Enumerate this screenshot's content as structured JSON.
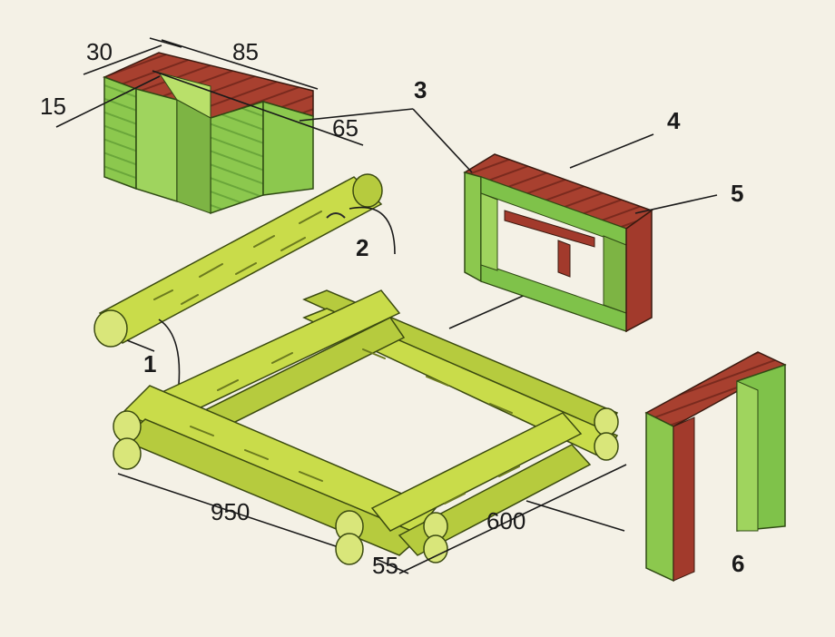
{
  "dimensions": {
    "d30": "30",
    "d85": "85",
    "d15": "15",
    "d65": "65",
    "d950": "950",
    "d600": "600",
    "d55": "55"
  },
  "callouts": {
    "c1": "1",
    "c2": "2",
    "c3": "3",
    "c4": "4",
    "c5": "5",
    "c6": "6"
  },
  "colors": {
    "background": "#f4f1e6",
    "log_light": "#c9dc4a",
    "log_dark": "#9fbb2e",
    "board_green": "#7fc24a",
    "board_red": "#a23a2c"
  }
}
